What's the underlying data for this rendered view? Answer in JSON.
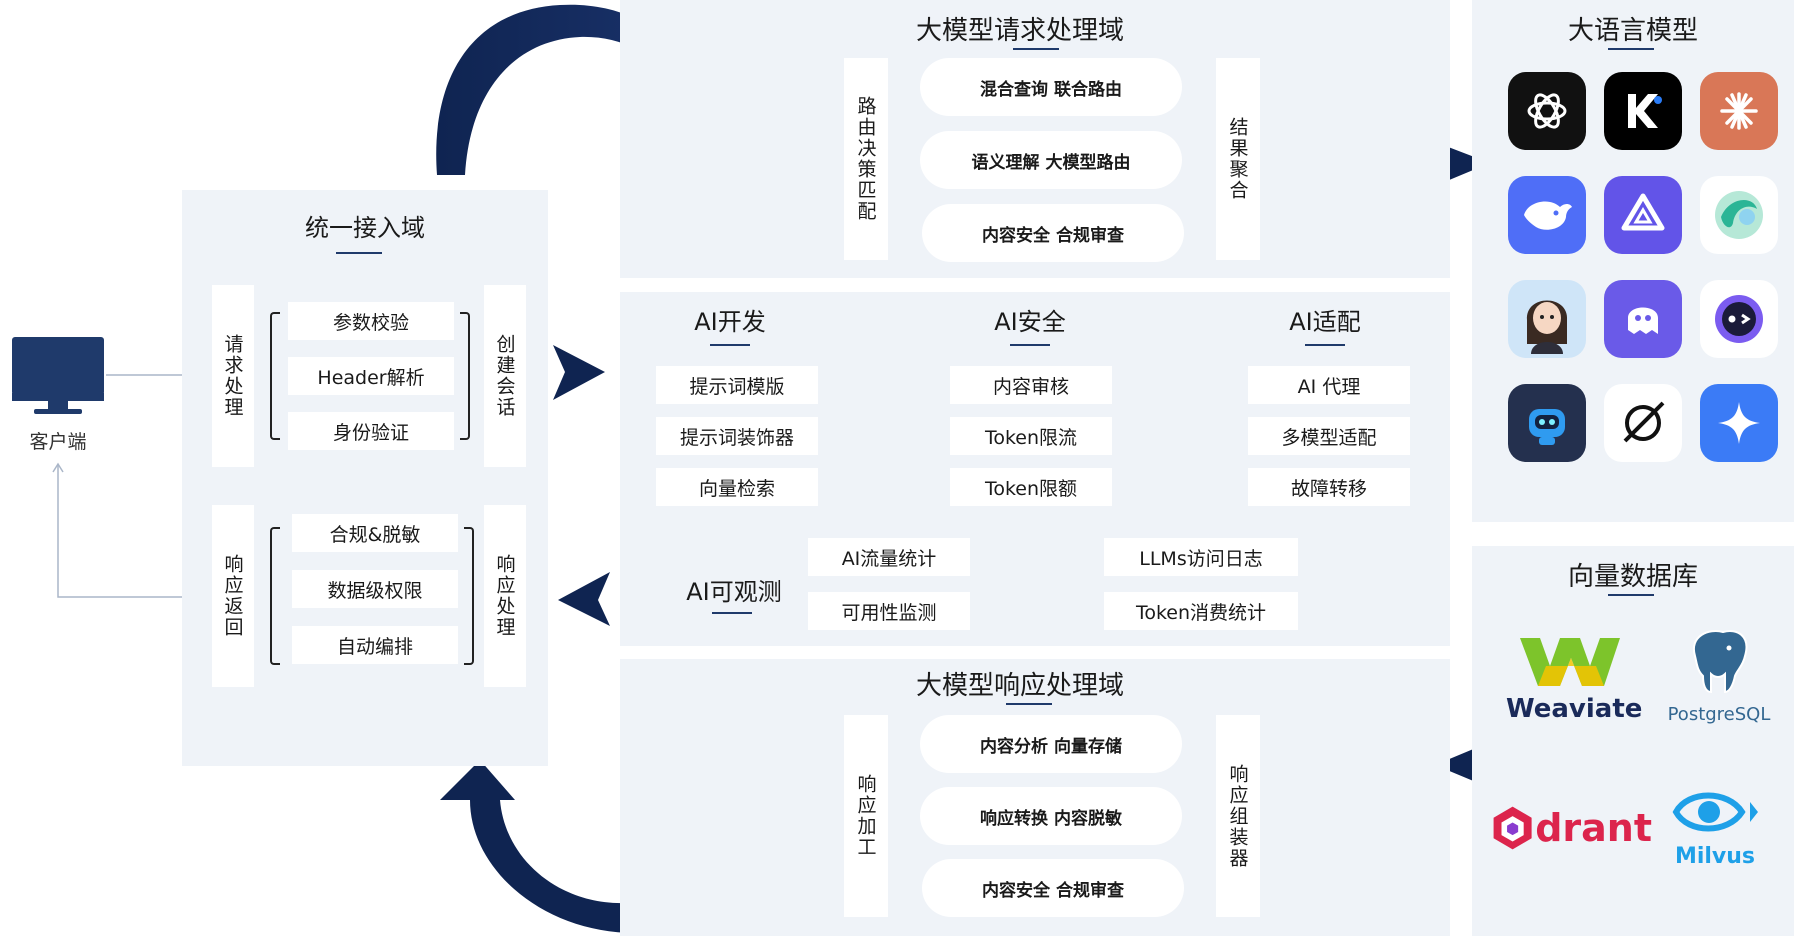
{
  "client": {
    "label": "客户端"
  },
  "access_domain": {
    "title": "统一接入域",
    "request_side_label": "请求处理",
    "request_items": [
      "参数校验",
      "Header解析",
      "身份验证"
    ],
    "request_right_label": "创建会话",
    "response_side_label": "响应返回",
    "response_items": [
      "合规&脱敏",
      "数据级权限",
      "自动编排"
    ],
    "response_right_label": "响应处理"
  },
  "request_domain": {
    "title": "大模型请求处理域",
    "left_label": "路由决策匹配",
    "items": [
      "混合查询 联合路由",
      "语义理解 大模型路由",
      "内容安全 合规审查"
    ],
    "right_label": "结果聚合"
  },
  "ai_middle": {
    "dev": {
      "title": "AI开发",
      "items": [
        "提示词模版",
        "提示词装饰器",
        "向量检索"
      ]
    },
    "security": {
      "title": "AI安全",
      "items": [
        "内容审核",
        "Token限流",
        "Token限额"
      ]
    },
    "adapt": {
      "title": "AI适配",
      "items": [
        "AI 代理",
        "多模型适配",
        "故障转移"
      ]
    },
    "observe": {
      "title": "AI可观测",
      "items": [
        "AI流量统计",
        "可用性监测",
        "LLMs访问日志",
        "Token消费统计"
      ]
    }
  },
  "response_domain": {
    "title": "大模型响应处理域",
    "left_label": "响应加工",
    "items": [
      "内容分析 向量存储",
      "响应转换 内容脱敏",
      "内容安全 合规审查"
    ],
    "right_label": "响应组装器"
  },
  "llm": {
    "title": "大语言模型",
    "logos": [
      "openai-icon",
      "kimi-icon",
      "claude-icon",
      "deepseek-icon",
      "qwen-icon",
      "aurora-icon",
      "avatar-icon",
      "ghost-icon",
      "chat-icon",
      "robot-icon",
      "grok-icon",
      "gemini-icon"
    ]
  },
  "vector_db": {
    "title": "向量数据库",
    "weaviate": "Weaviate",
    "postgres": "PostgreSQL",
    "qdrant": "drant",
    "milvus": "Milvus"
  },
  "colors": {
    "navy": "#0f2451",
    "panel": "#eff3f8",
    "accent": "#1f3a6b"
  }
}
